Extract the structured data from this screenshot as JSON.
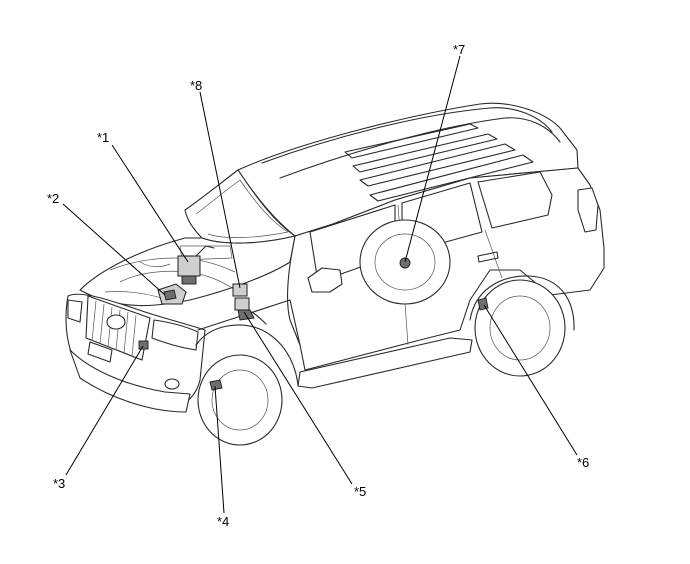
{
  "callouts": [
    {
      "id": "1",
      "label": "*1"
    },
    {
      "id": "2",
      "label": "*2"
    },
    {
      "id": "3",
      "label": "*3"
    },
    {
      "id": "4",
      "label": "*4"
    },
    {
      "id": "5",
      "label": "*5"
    },
    {
      "id": "6",
      "label": "*6"
    },
    {
      "id": "7",
      "label": "*7"
    },
    {
      "id": "8",
      "label": "*8"
    }
  ],
  "colors": {
    "line": "#2a2a2a",
    "part_fill": "#cfcfcf",
    "background": "#ffffff"
  }
}
